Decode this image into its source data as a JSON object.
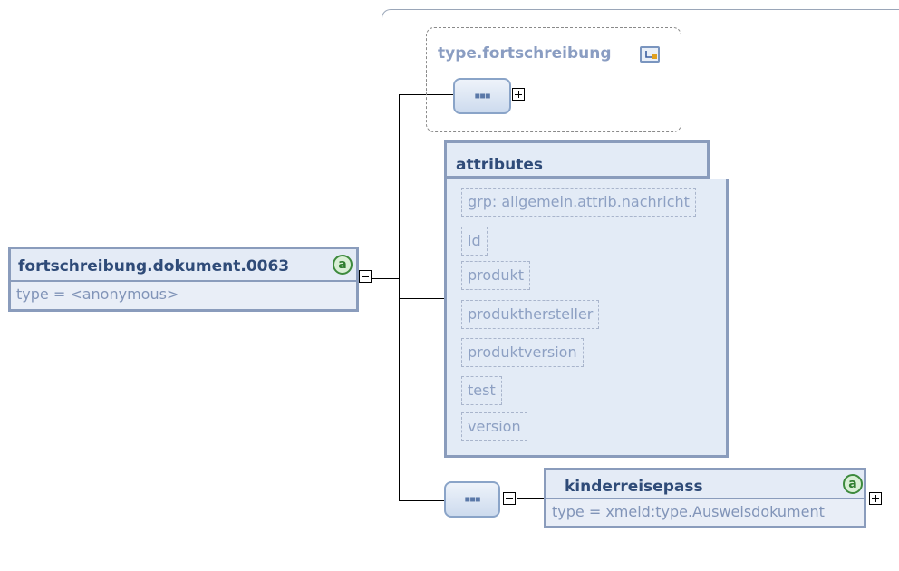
{
  "root": {
    "name": "fortschreibung.dokument.0063",
    "type": "type = <anonymous>",
    "badge": "a"
  },
  "type_group": {
    "name": "type.fortschreibung"
  },
  "attributes": {
    "title": "attributes",
    "items": [
      "grp: allgemein.attrib.nachricht",
      "id",
      "produkt",
      "produkthersteller",
      "produktversion",
      "test",
      "version"
    ]
  },
  "child": {
    "name": "kinderreisepass",
    "type": "type = xmeld:type.Ausweisdokument",
    "badge": "a"
  },
  "sequence_glyph": "▪▪▪",
  "colors": {
    "box_border": "#8a9cbc",
    "box_fill": "#e4ebf6",
    "title_text": "#2f4b78",
    "sub_text": "#8194b8",
    "badge_green": "#3d8a3d"
  }
}
